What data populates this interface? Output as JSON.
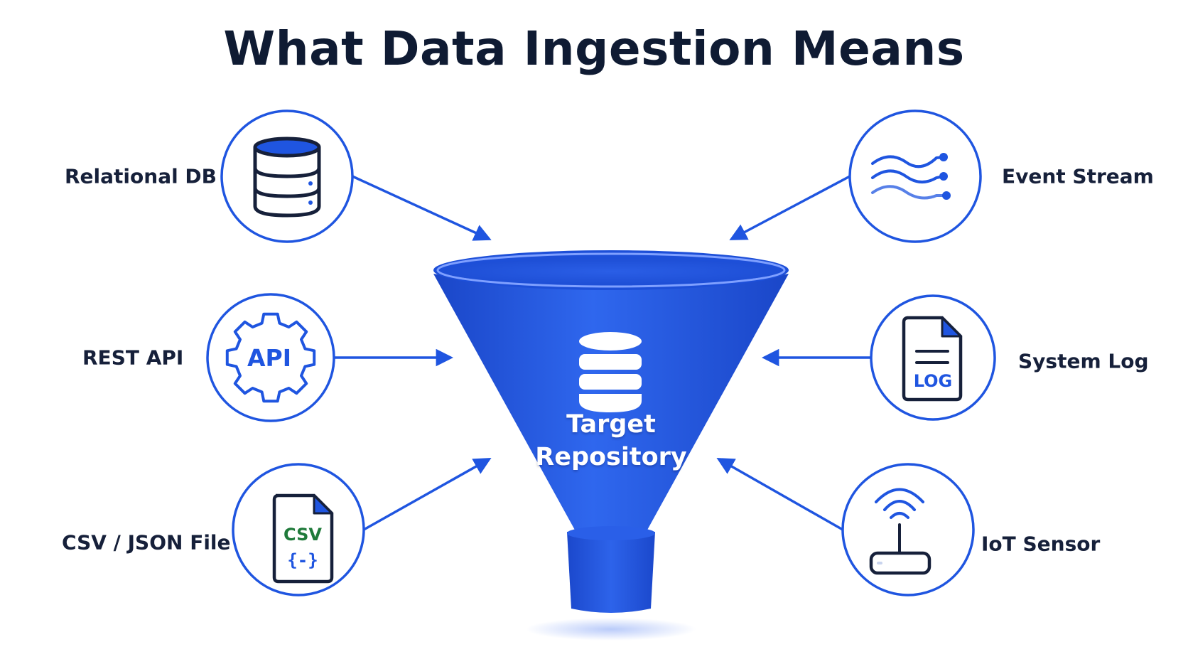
{
  "title": "What Data Ingestion Means",
  "target": {
    "line1": "Target",
    "line2": "Repository"
  },
  "sources": {
    "relational_db": "Relational DB",
    "rest_api": "REST API",
    "csv_json": "CSV / JSON File",
    "event_stream": "Event Stream",
    "system_log": "System Log",
    "iot_sensor": "IoT Sensor"
  },
  "icon_text": {
    "api": "API",
    "csv": "CSV",
    "braces": "{-}",
    "log": "LOG"
  },
  "colors": {
    "accent": "#1f55e0",
    "dark": "#16203a",
    "csv_green": "#1f7a3a",
    "title": "#0f1b33"
  },
  "icons": [
    "database-icon",
    "api-gear-icon",
    "csv-file-icon",
    "stream-icon",
    "log-file-icon",
    "router-icon",
    "funnel-icon"
  ]
}
